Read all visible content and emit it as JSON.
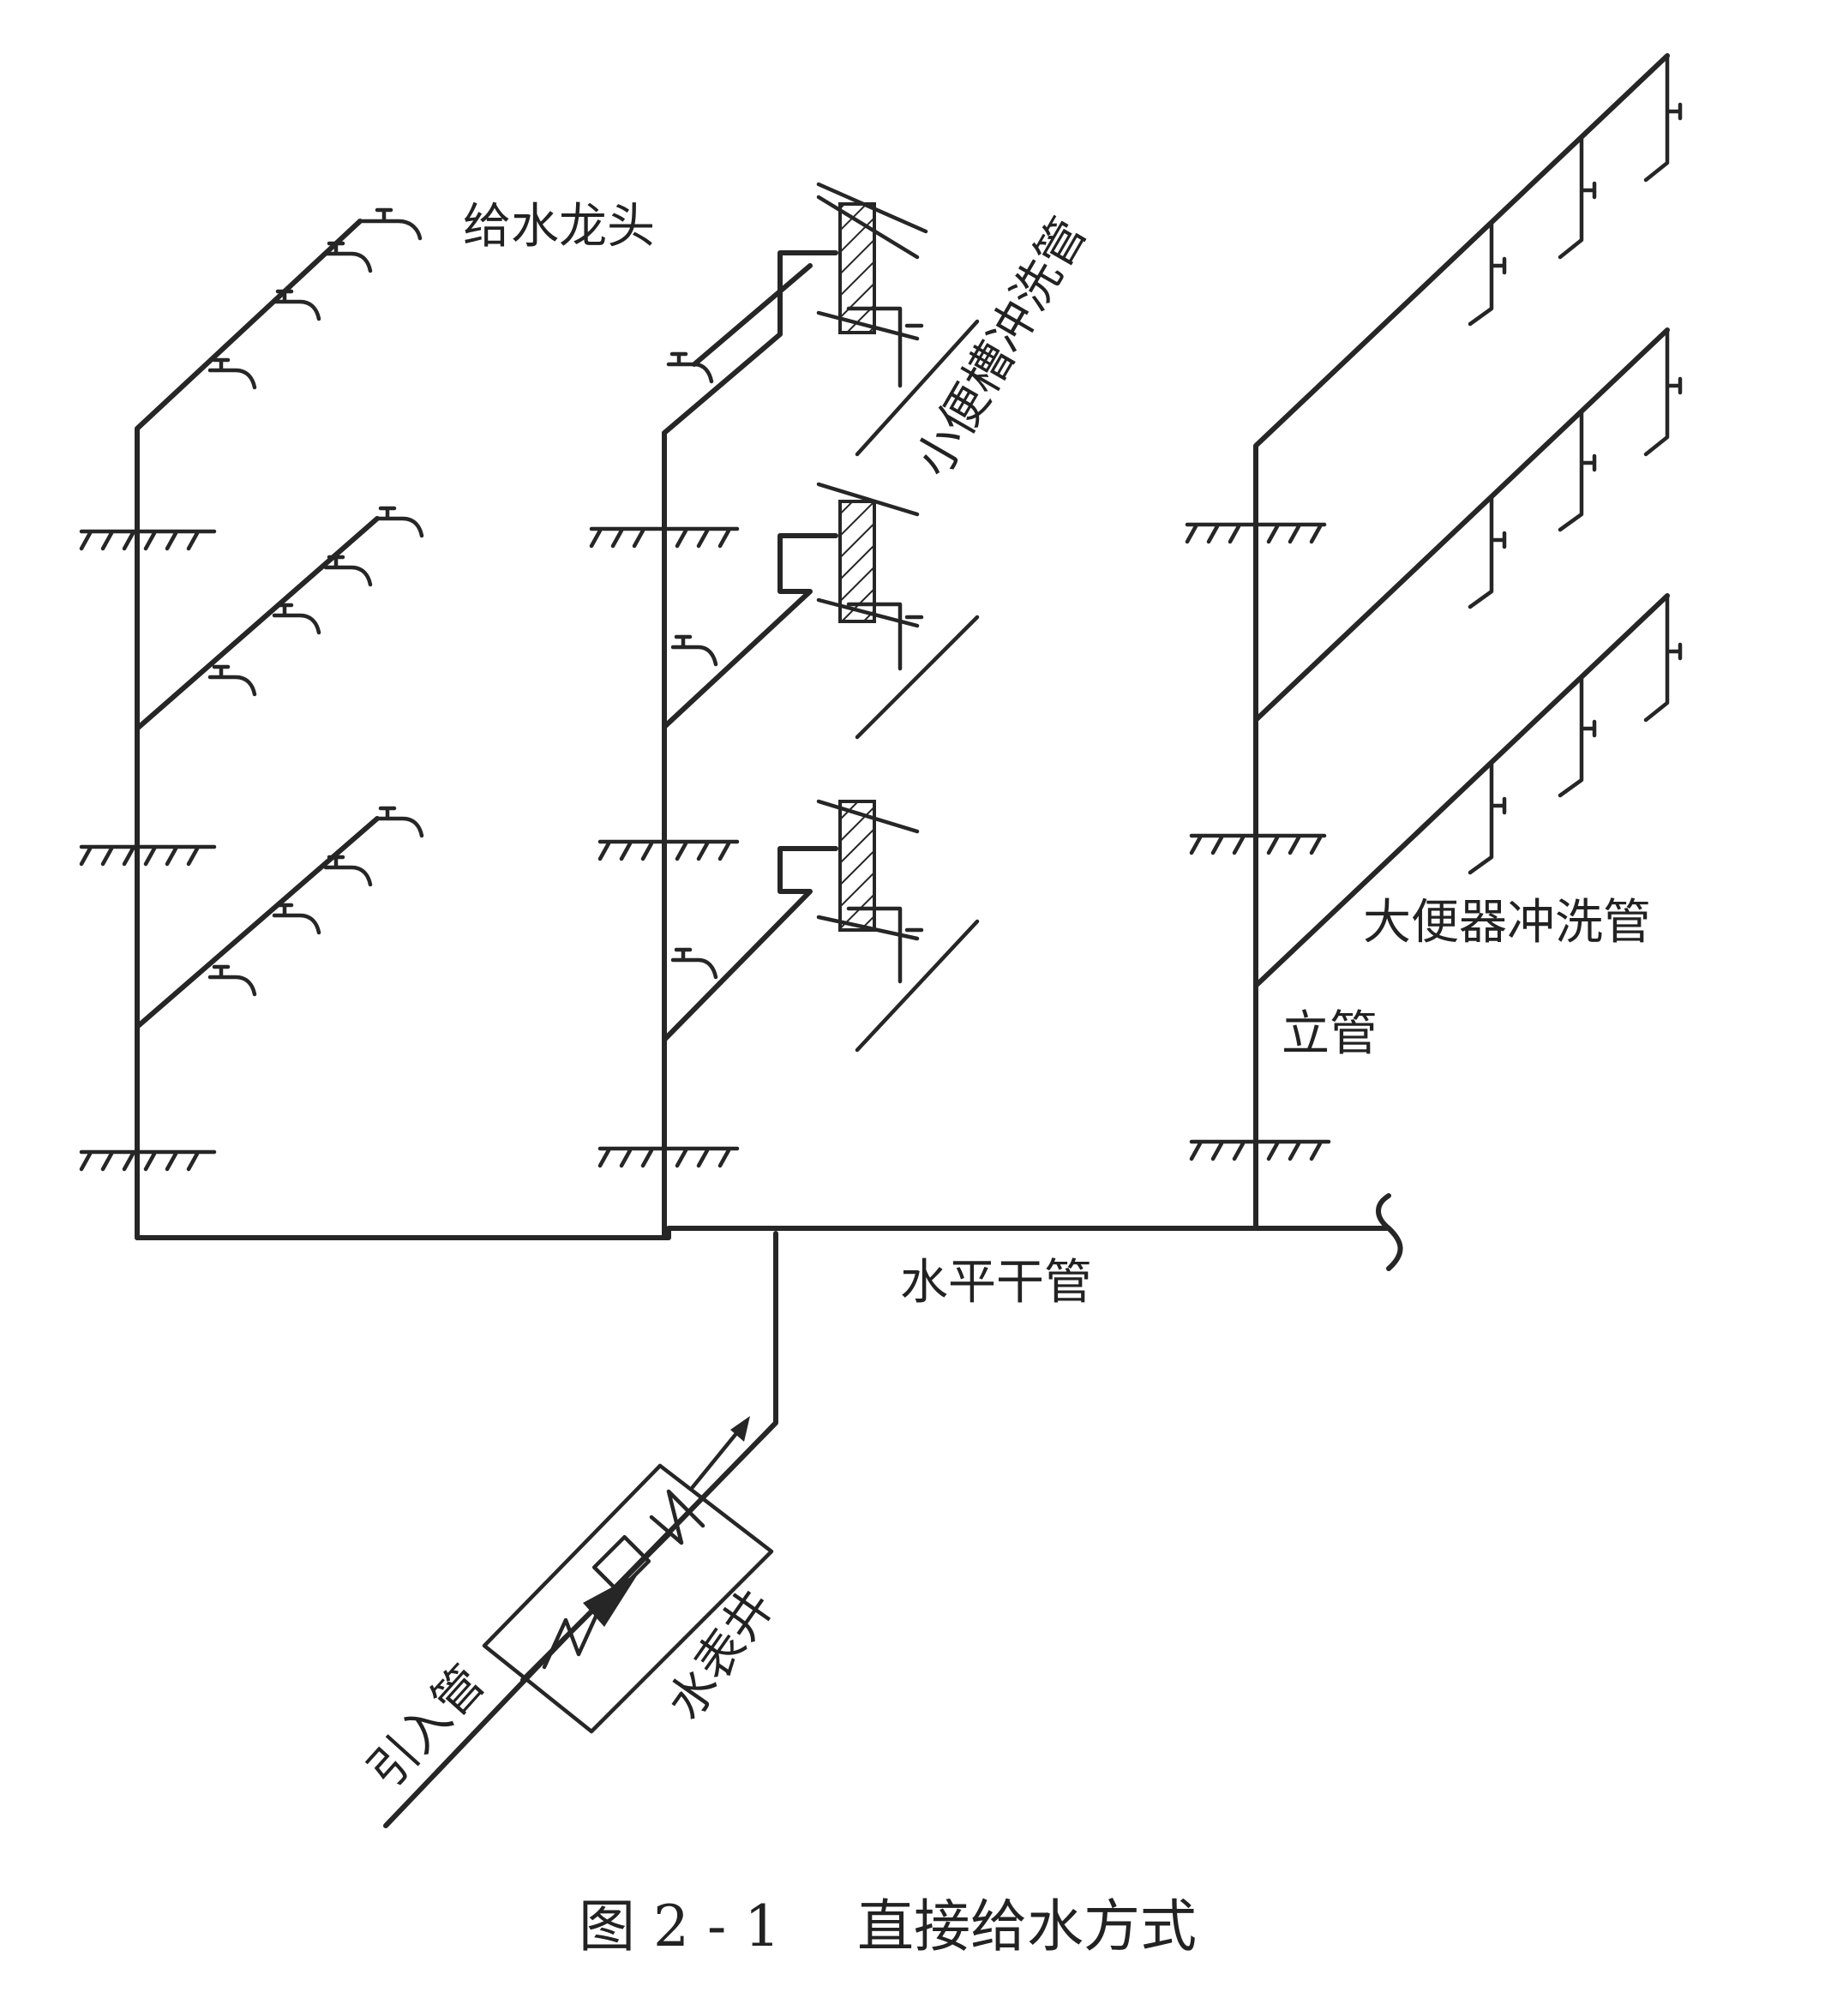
{
  "labels": {
    "faucet": "给水龙头",
    "urinal_flush_pipe": "小便槽冲洗管",
    "toilet_flush_pipe": "大便器冲洗管",
    "riser": "立管",
    "horizontal_main": "水平干管",
    "inlet_pipe": "引入管",
    "meter_well": "水表井"
  },
  "caption": {
    "number": "图 2 - 1",
    "title": "直接给水方式"
  },
  "colors": {
    "line": "#262626",
    "hatch": "#262626",
    "background": "#ffffff"
  }
}
